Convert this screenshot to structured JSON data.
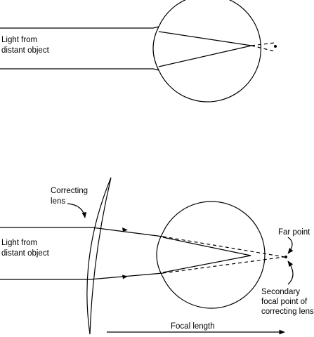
{
  "top_panel": {
    "light_label_line1": "Light from",
    "light_label_line2": "distant object"
  },
  "bottom_panel": {
    "correcting_lens_line1": "Correcting",
    "correcting_lens_line2": "lens",
    "light_label_line1": "Light from",
    "light_label_line2": "distant object",
    "far_point": "Far point",
    "secondary_line1": "Secondary",
    "secondary_line2": "focal point of",
    "secondary_line3": "correcting lens",
    "focal_length": "Focal length"
  }
}
